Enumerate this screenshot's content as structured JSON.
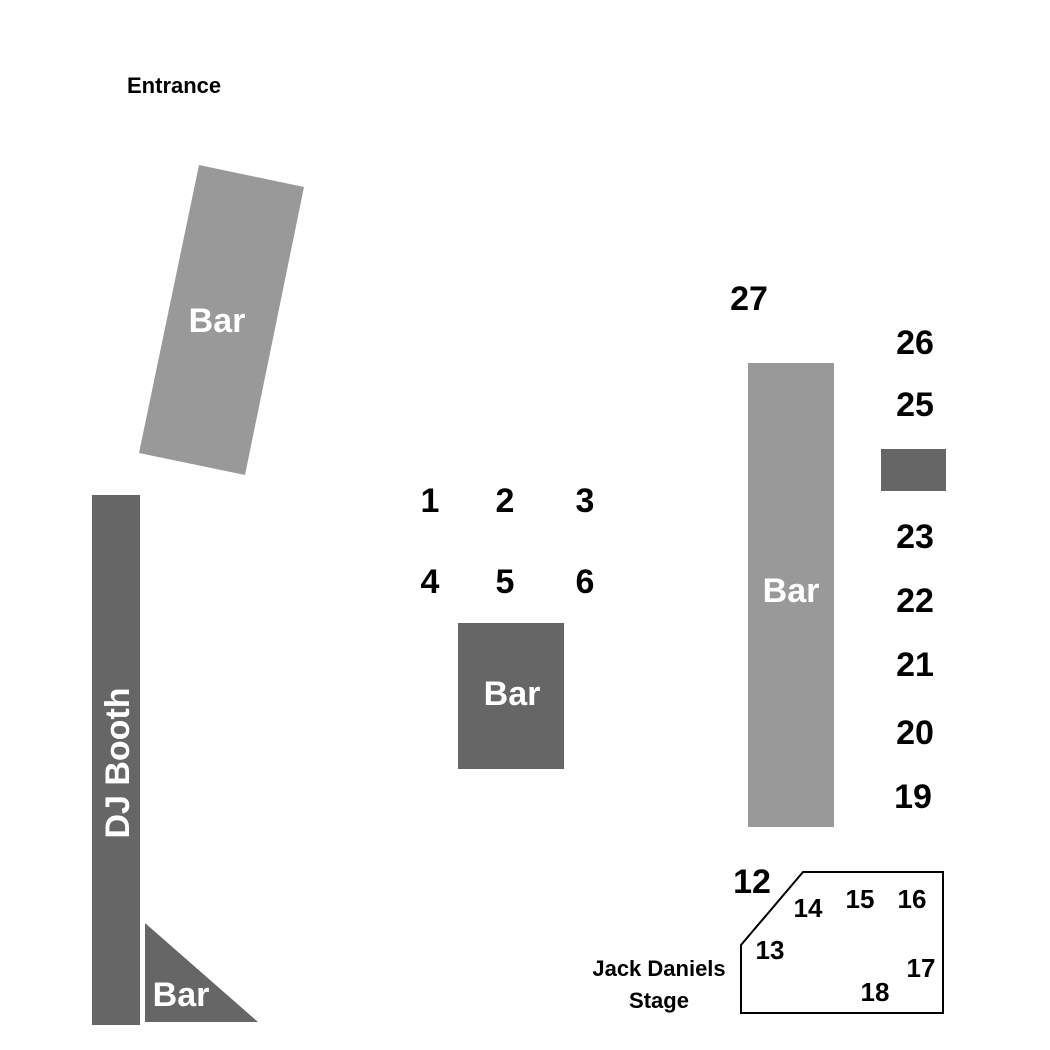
{
  "entrance_label": "Entrance",
  "colors": {
    "bar_light": "#999999",
    "bar_dark": "#666666",
    "text_dark": "#000000",
    "text_light": "#ffffff",
    "stage_outline": "#000000"
  },
  "areas": {
    "bar_top_left": "Bar",
    "dj_booth": "DJ Booth",
    "bar_corner": "Bar",
    "bar_center": "Bar",
    "bar_right": "Bar",
    "stage_name_line1": "Jack Daniels",
    "stage_name_line2": "Stage"
  },
  "tables": {
    "t1": "1",
    "t2": "2",
    "t3": "3",
    "t4": "4",
    "t5": "5",
    "t6": "6",
    "t12": "12",
    "t13": "13",
    "t14": "14",
    "t15": "15",
    "t16": "16",
    "t17": "17",
    "t18": "18",
    "t19": "19",
    "t20": "20",
    "t21": "21",
    "t22": "22",
    "t23": "23",
    "t25": "25",
    "t26": "26",
    "t27": "27"
  }
}
